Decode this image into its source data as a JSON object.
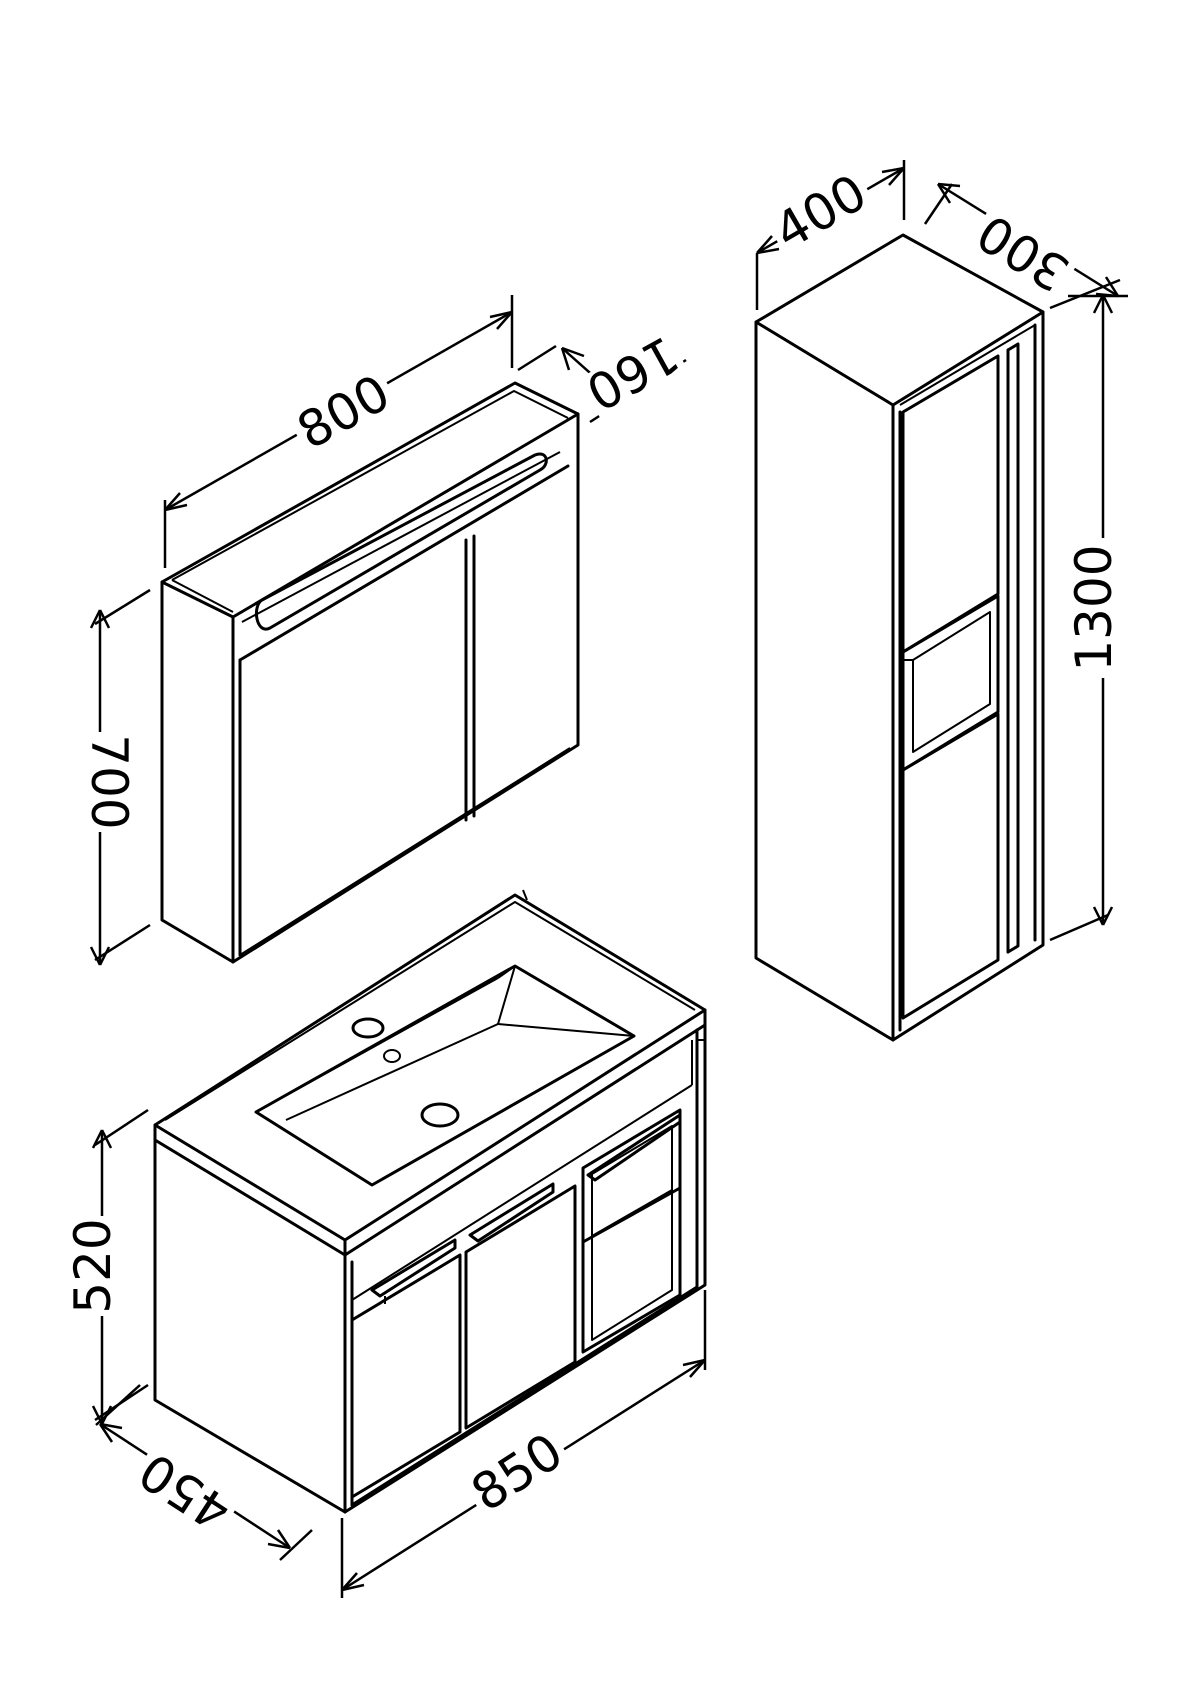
{
  "dimensions": {
    "mirror_width": "800",
    "mirror_depth": "160",
    "mirror_height": "700",
    "tall_width": "400",
    "tall_depth": "300",
    "tall_height": "1300",
    "vanity_height": "520",
    "vanity_width": "850",
    "vanity_depth": "450"
  },
  "colors": {
    "line": "#000000",
    "background": "#ffffff"
  }
}
